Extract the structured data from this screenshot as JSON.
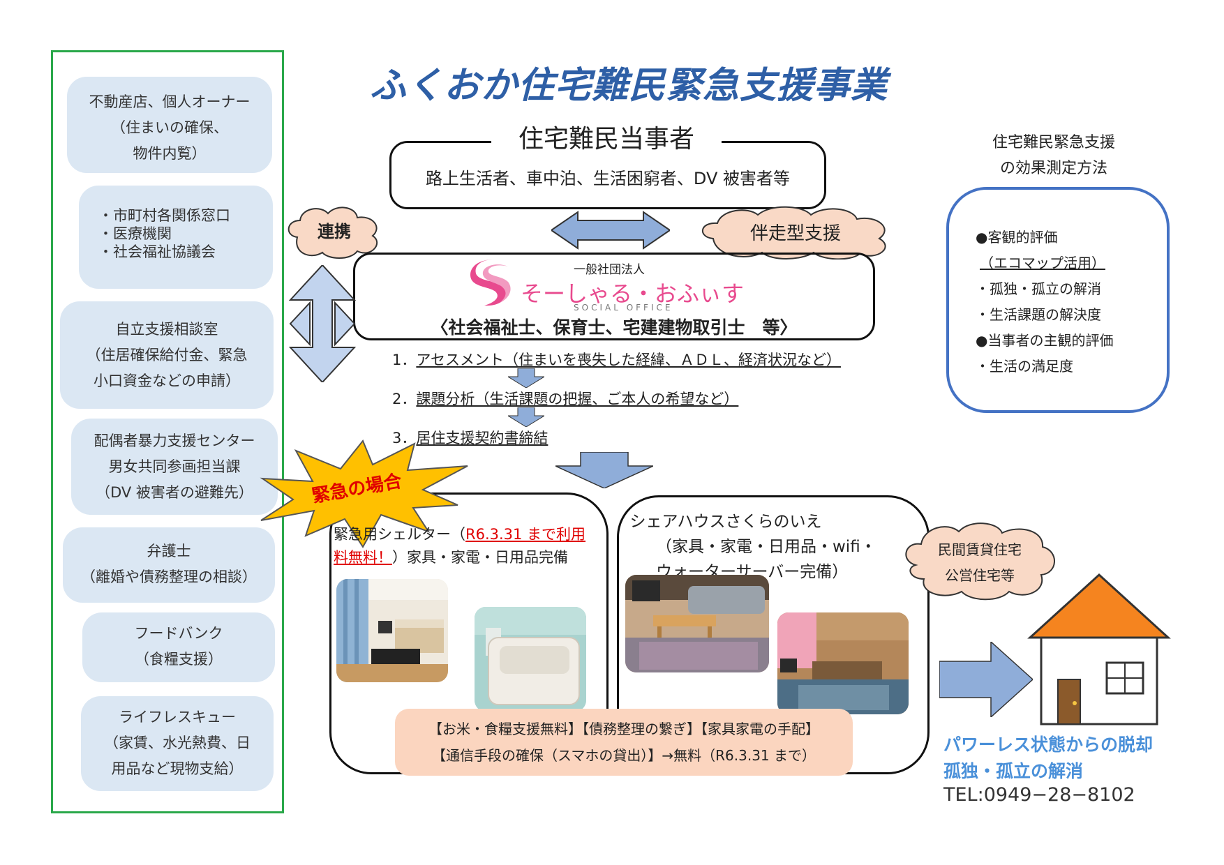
{
  "title": "ふくおか住宅難民緊急支援事業",
  "left_panel": {
    "items": [
      {
        "lines": [
          "不動産店、個人オーナー",
          "（住まいの確保、",
          "物件内覧）"
        ]
      },
      {
        "lines": [
          "・市町村各関係窓口",
          "・医療機関",
          "・社会福祉協議会"
        ]
      },
      {
        "lines": [
          "自立支援相談室",
          "（住居確保給付金、緊急",
          "小口資金などの申請）"
        ]
      },
      {
        "lines": [
          "配偶者暴力支援センター",
          "男女共同参画担当課",
          "（DV 被害者の避難先）"
        ]
      },
      {
        "lines": [
          "弁護士",
          "（離婚や債務整理の相談）"
        ]
      },
      {
        "lines": [
          "フードバンク",
          "（食糧支援）"
        ]
      },
      {
        "lines": [
          "ライフレスキュー",
          "（家賃、水光熱費、日",
          "用品など現物支給）"
        ]
      }
    ]
  },
  "top_box": {
    "heading": "住宅難民当事者",
    "subtext": "路上生活者、車中泊、生活困窮者、DV 被害者等"
  },
  "clouds": {
    "renkei": "連携",
    "bansou": "伴走型支援",
    "housing": [
      "民間賃貸住宅",
      "公営住宅等"
    ]
  },
  "org_box": {
    "org_prefix": "一般社団法人",
    "org_name": "そーしゃる・おふぃす",
    "org_sub": "SOCIAL OFFICE",
    "staff": "〈社会福祉士、保育士、宅建建物取引士　等〉"
  },
  "steps": [
    {
      "num": "1．",
      "text": "アセスメント（住まいを喪失した経緯、ＡＤＬ、経済状況など）"
    },
    {
      "num": "2．",
      "text": "課題分析（生活課題の把握、ご本人の希望など）"
    },
    {
      "num": "3．",
      "text": "居住支援契約書締結"
    }
  ],
  "emergency_burst": "緊急の場合",
  "shelter": {
    "label_a": "緊急用シェルター（",
    "label_red": "R6.3.31 まで利用",
    "label_red2": "料無料！",
    "label_b": "）家具・家電・日用品完備"
  },
  "sharehouse": {
    "lines": [
      "シェアハウスさくらのいえ",
      "（家具・家電・日用品・wifi・",
      "ウォーターサーバー完備）"
    ]
  },
  "benefits": {
    "line1": "【お米・食糧支援無料】【債務整理の繋ぎ】【家具家電の手配】",
    "line2": "【通信手段の確保（スマホの貸出）】→無料（R6.3.31 まで）"
  },
  "measurement": {
    "heading": [
      "住宅難民緊急支援",
      "の効果測定方法"
    ],
    "items": [
      "●客観的評価",
      "（エコマップ活用）",
      "・孤独・孤立の解消",
      "・生活課題の解決度",
      "●当事者の主観的評価",
      "・生活の満足度"
    ]
  },
  "outcome": {
    "line1": "パワーレス状態からの脱却",
    "line2": "孤独・孤立の解消",
    "tel": "TEL:0949−28−8102"
  },
  "colors": {
    "title": "#2e5fa6",
    "bubble": "#dbe7f3",
    "left_border": "#2aa84a",
    "arrow": "#8fadd9",
    "burst": "#ffc000",
    "burst_text": "#e00000",
    "benefit_bg": "#fbd5bf",
    "measure_border": "#4472c4",
    "outcome_text": "#4a90d9",
    "house_roof": "#f5841f"
  }
}
